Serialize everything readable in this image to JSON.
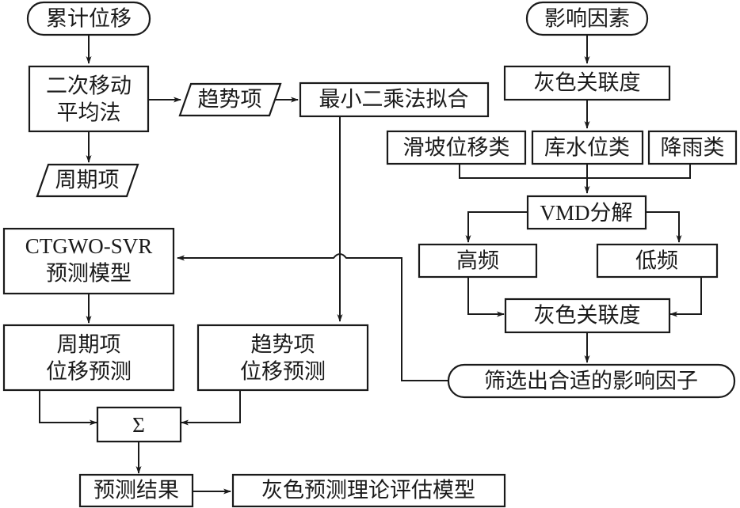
{
  "diagram": {
    "type": "flowchart",
    "nodes": {
      "cumulative_displacement": "累计位移",
      "secondary_moving_average": [
        "二次移动",
        "平均法"
      ],
      "trend_term_io": "趋势项",
      "periodic_term_io": "周期项",
      "least_squares_fit": "最小二乘法拟合",
      "influence_factors": "影响因素",
      "grey_relation_1": "灰色关联度",
      "landslide_displacement_class": "滑坡位移类",
      "reservoir_level_class": "库水位类",
      "rainfall_class": "降雨类",
      "vmd_decomposition": "VMD分解",
      "high_frequency": "高频",
      "low_frequency": "低频",
      "grey_relation_2": "灰色关联度",
      "select_factors": "筛选出合适的影响因子",
      "ctgwo_svr_model": [
        "CTGWO-SVR",
        "预测模型"
      ],
      "periodic_prediction": [
        "周期项",
        "位移预测"
      ],
      "trend_prediction": [
        "趋势项",
        "位移预测"
      ],
      "sum": "Σ",
      "prediction_result": "预测结果",
      "grey_evaluation_model": "灰色预测理论评估模型"
    },
    "edges": [
      [
        "cumulative_displacement",
        "secondary_moving_average"
      ],
      [
        "secondary_moving_average",
        "trend_term_io"
      ],
      [
        "secondary_moving_average",
        "periodic_term_io"
      ],
      [
        "trend_term_io",
        "least_squares_fit"
      ],
      [
        "least_squares_fit",
        "trend_prediction"
      ],
      [
        "influence_factors",
        "grey_relation_1"
      ],
      [
        "grey_relation_1",
        "reservoir_level_class"
      ],
      [
        "landslide_displacement_class",
        "vmd_decomposition"
      ],
      [
        "reservoir_level_class",
        "vmd_decomposition"
      ],
      [
        "rainfall_class",
        "vmd_decomposition"
      ],
      [
        "vmd_decomposition",
        "high_frequency"
      ],
      [
        "vmd_decomposition",
        "low_frequency"
      ],
      [
        "high_frequency",
        "grey_relation_2"
      ],
      [
        "low_frequency",
        "grey_relation_2"
      ],
      [
        "grey_relation_2",
        "select_factors"
      ],
      [
        "select_factors",
        "ctgwo_svr_model"
      ],
      [
        "ctgwo_svr_model",
        "periodic_prediction"
      ],
      [
        "periodic_prediction",
        "sum"
      ],
      [
        "trend_prediction",
        "sum"
      ],
      [
        "sum",
        "prediction_result"
      ],
      [
        "prediction_result",
        "grey_evaluation_model"
      ]
    ]
  }
}
